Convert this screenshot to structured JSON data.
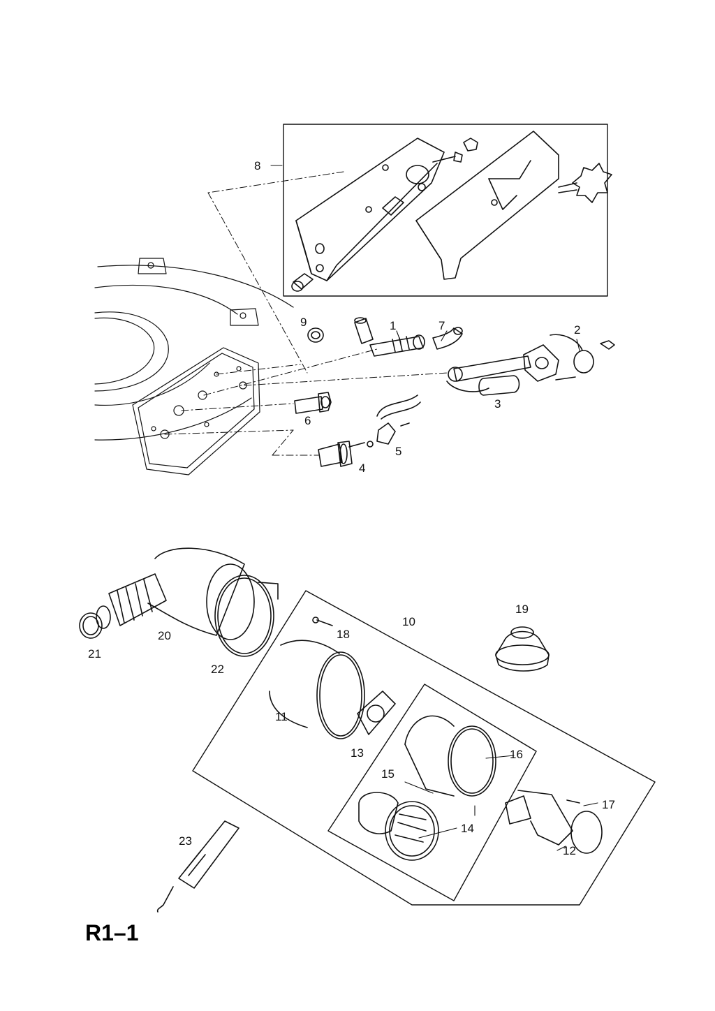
{
  "page_code": "R1–1",
  "callouts": {
    "c1": "1",
    "c2": "2",
    "c3": "3",
    "c4": "4",
    "c5": "5",
    "c6": "6",
    "c7": "7",
    "c8": "8",
    "c9": "9",
    "c10": "10",
    "c11": "11",
    "c12": "12",
    "c13": "13",
    "c14": "14",
    "c15": "15",
    "c16": "16",
    "c17": "17",
    "c18": "18",
    "c19": "19",
    "c20": "20",
    "c21": "21",
    "c22": "22",
    "c23": "23"
  }
}
